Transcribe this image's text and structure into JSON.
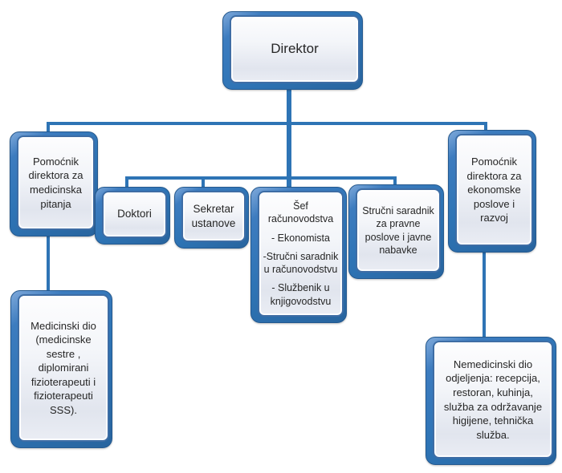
{
  "colors": {
    "connector": "#2E74B5",
    "node_frame": "#2E74B5",
    "node_inner_border": "#3E6DA5",
    "text": "#262626"
  },
  "org_chart": {
    "type": "org-chart",
    "nodes": {
      "direktor": {
        "label": "Direktor"
      },
      "pomocnik_medicinska": {
        "label": "Pomoćnik direktora za medicinska pitanja"
      },
      "doktori": {
        "label": "Doktori"
      },
      "sekretar_ustanove": {
        "label": "Sekretar ustanove"
      },
      "sef_racunovodstva": {
        "label": "Šef računovodstva",
        "items": [
          "- Ekonomista",
          "-Stručni saradnik u računovodstvu",
          "- Službenik u knjigovodstvu"
        ]
      },
      "strucni_saradnik": {
        "label": "Stručni saradnik za pravne poslove i javne nabavke"
      },
      "pomocnik_ekonomski": {
        "label": "Pomoćnik direktora za ekonomske poslove i razvoj"
      },
      "medicinski_dio": {
        "label": "Medicinski dio (medicinske sestre , diplomirani fizioterapeuti i fizioterapeuti SSS)."
      },
      "nemedicinski_dio": {
        "label": "Nemedicinski dio odjeljenja: recepcija, restoran, kuhinja, služba za održavanje higijene, tehnička služba."
      }
    },
    "edges": [
      [
        "direktor",
        "pomocnik_medicinska"
      ],
      [
        "direktor",
        "doktori"
      ],
      [
        "direktor",
        "sekretar_ustanove"
      ],
      [
        "direktor",
        "sef_racunovodstva"
      ],
      [
        "direktor",
        "strucni_saradnik"
      ],
      [
        "direktor",
        "pomocnik_ekonomski"
      ],
      [
        "pomocnik_medicinska",
        "medicinski_dio"
      ],
      [
        "pomocnik_ekonomski",
        "nemedicinski_dio"
      ]
    ]
  }
}
